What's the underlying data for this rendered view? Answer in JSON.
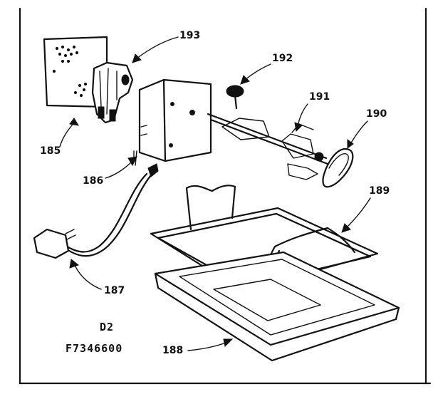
{
  "diagram": {
    "callouts": {
      "p185": "185",
      "p186": "186",
      "p187": "187",
      "p188": "188",
      "p189": "189",
      "p190": "190",
      "p191": "191",
      "p192": "192",
      "p193": "193"
    },
    "figure_code": "D2",
    "catalog_number": "F7346600"
  }
}
